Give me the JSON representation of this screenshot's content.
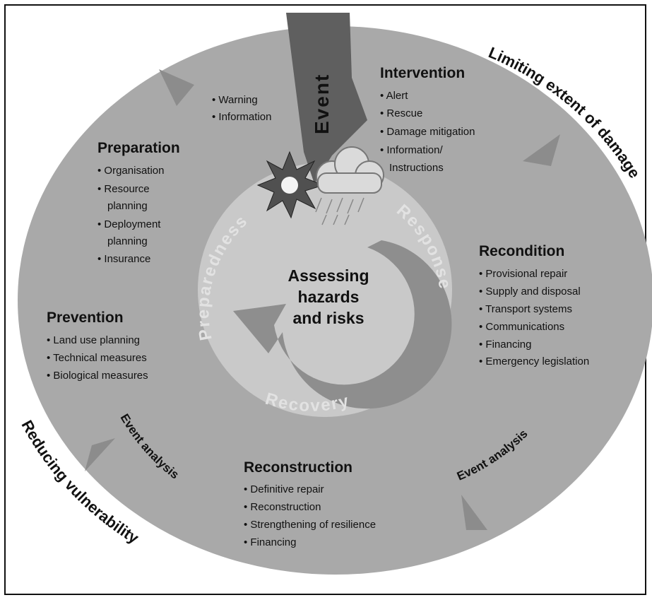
{
  "colors": {
    "outer_disc": "#a9a9a9",
    "inner_disc": "#c9c9c9",
    "ring_word": "#e2e2e2",
    "event_band": "#5f5f5f",
    "arrow": "#8c8c8c",
    "cycle_arrow": "#8e8e8e"
  },
  "center": {
    "lines": [
      "Assessing",
      "hazards",
      "and risks"
    ]
  },
  "event": {
    "label": "Event"
  },
  "inner_ring": {
    "preparedness": "Preparedness",
    "response": "Response",
    "recovery": "Recovery"
  },
  "outer_labels": {
    "limiting": "Limiting extent of damage",
    "reducing": "Reducing vulnerability",
    "event_analysis_left": "Event analysis",
    "event_analysis_right": "Event analysis"
  },
  "sections": {
    "warning": {
      "items": [
        "Warning",
        "Information"
      ]
    },
    "intervention": {
      "title": "Intervention",
      "items": [
        "Alert",
        "Rescue",
        "Damage mitigation",
        "Information/",
        "Instructions"
      ]
    },
    "preparation": {
      "title": "Preparation",
      "items": [
        "Organisation",
        "Resource",
        "planning",
        "Deployment",
        "planning",
        "Insurance"
      ]
    },
    "recondition": {
      "title": "Recondition",
      "items": [
        "Provisional repair",
        "Supply and disposal",
        "Transport systems",
        "Communications",
        "Financing",
        "Emergency legislation"
      ]
    },
    "prevention": {
      "title": "Prevention",
      "items": [
        "Land use planning",
        "Technical measures",
        "Biological measures"
      ]
    },
    "reconstruction": {
      "title": "Reconstruction",
      "items": [
        "Definitive repair",
        "Reconstruction",
        "Strengthening of resilience",
        "Financing"
      ]
    }
  },
  "icons": [
    "explosion-icon",
    "storm-cloud-icon",
    "rain-icon"
  ]
}
